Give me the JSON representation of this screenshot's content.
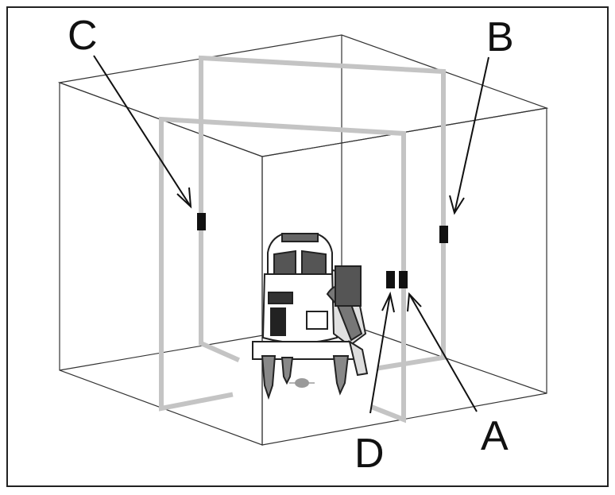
{
  "labels": {
    "a": "A",
    "b": "B",
    "c": "C",
    "d": "D"
  },
  "colors": {
    "frame": "#222222",
    "room_lines": "#333333",
    "laser_line": "#c4c4c4",
    "marker": "#111111",
    "tool_body": "#444444",
    "plumb_dot": "#9a9a9a"
  },
  "icons": {
    "tool": "laser-level-icon"
  }
}
